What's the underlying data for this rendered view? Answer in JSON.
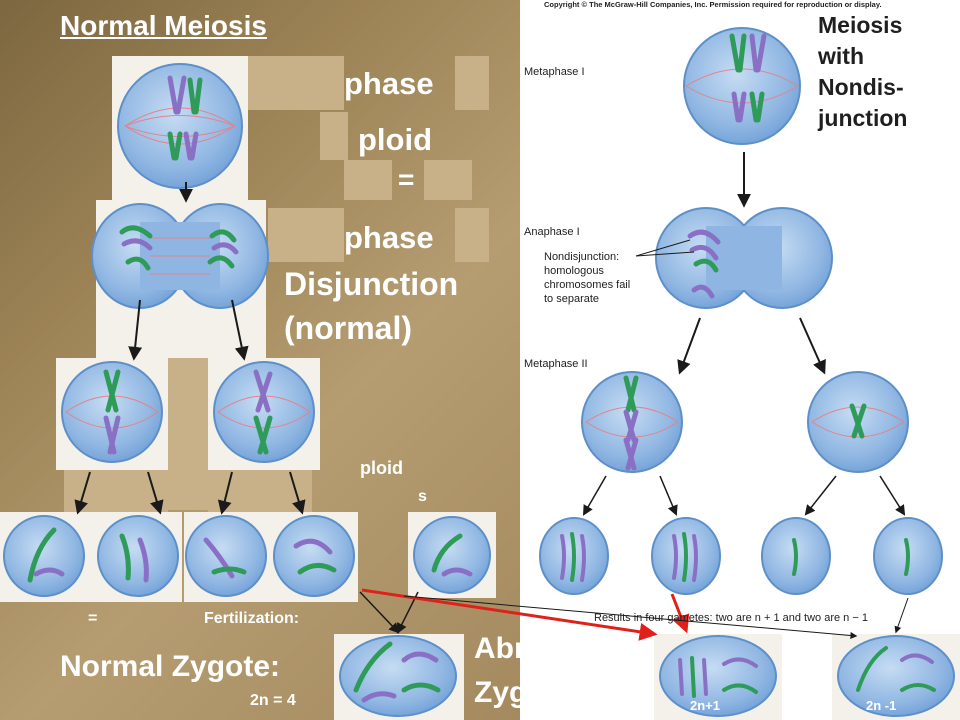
{
  "copyright": "Copyright © The McGraw-Hill Companies, Inc. Permission required for reproduction or display.",
  "left_title": "Normal Meiosis",
  "right_title_lines": [
    "Meiosis",
    "with",
    "Nondis-",
    "junction"
  ],
  "labels": {
    "phase_1": "phase",
    "ploid_1": "ploid",
    "equals_1": "=",
    "phase_2": "phase",
    "disjunction": "Disjunction",
    "normal_paren": "(normal)",
    "ploid_2": "ploid",
    "s_label": "s",
    "equals_2": "=",
    "fertilization": "Fertilization:",
    "normal_zygote": "Normal Zygote:",
    "normal_zygote_count": "2n = 4",
    "abnormal_line1": "Abnormal",
    "abnormal_line2": "Zygotes:",
    "zygote_plus": "2n+1",
    "zygote_minus": "2n -1"
  },
  "figure": {
    "metaphase_1": "Metaphase I",
    "anaphase_1": "Anaphase I",
    "nondisjunction_lines": [
      "Nondisjunction:",
      "homologous",
      "chromosomes fail",
      "to separate"
    ],
    "metaphase_2": "Metaphase II",
    "results_caption": "Results in four gametes: two are n + 1 and two are n − 1"
  },
  "colors": {
    "cell_fill": "#8fb6e2",
    "cell_edge": "#5d8fc9",
    "spindle": "#e4828a",
    "chrom_green": "#2e9b58",
    "chrom_purple": "#8a70c4",
    "arrow_red": "#e0201a"
  }
}
